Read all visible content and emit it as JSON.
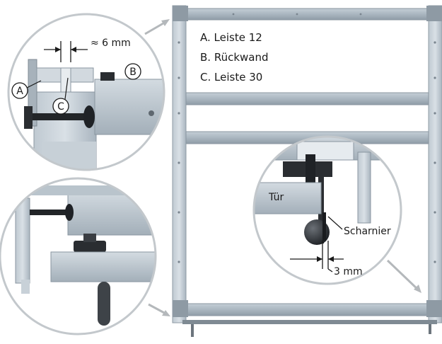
{
  "legend": {
    "a": "A. Leiste 12",
    "b": "B. Rückwand",
    "c": "C. Leiste 30"
  },
  "callout_top": {
    "dimension": "≈ 6 mm",
    "marker_a": "A",
    "marker_b": "B",
    "marker_c": "C"
  },
  "callout_right": {
    "door": "Tür",
    "hinge": "Scharnier",
    "gap": "3 mm"
  },
  "colors": {
    "frame": "#c9d1d8",
    "frame_dark": "#9aa6b0",
    "bar": "#aeb9c2",
    "steel": "#b8c3cb",
    "dark": "#2a2d31",
    "circle_border": "#c3c8cc",
    "pointer": "#b4b8bb"
  }
}
